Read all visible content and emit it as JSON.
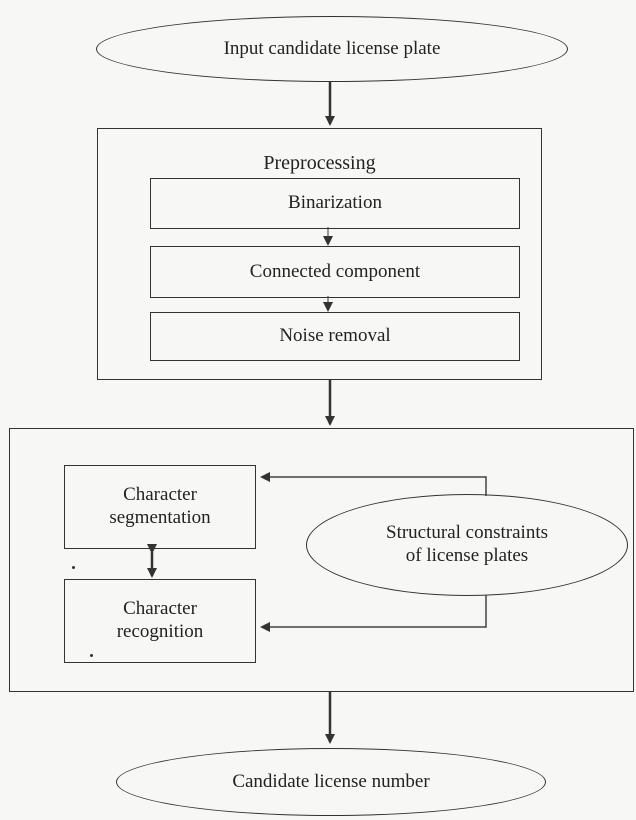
{
  "diagram": {
    "input": "Input candidate license plate",
    "preprocessing": {
      "title": "Preprocessing",
      "steps": [
        "Binarization",
        "Connected component",
        "Noise removal"
      ]
    },
    "recognition": {
      "segmentation_line1": "Character",
      "segmentation_line2": "segmentation",
      "recognition_line1": "Character",
      "recognition_line2": "recognition",
      "constraints_line1": "Structural constraints",
      "constraints_line2": "of license plates"
    },
    "output": "Candidate license number"
  }
}
